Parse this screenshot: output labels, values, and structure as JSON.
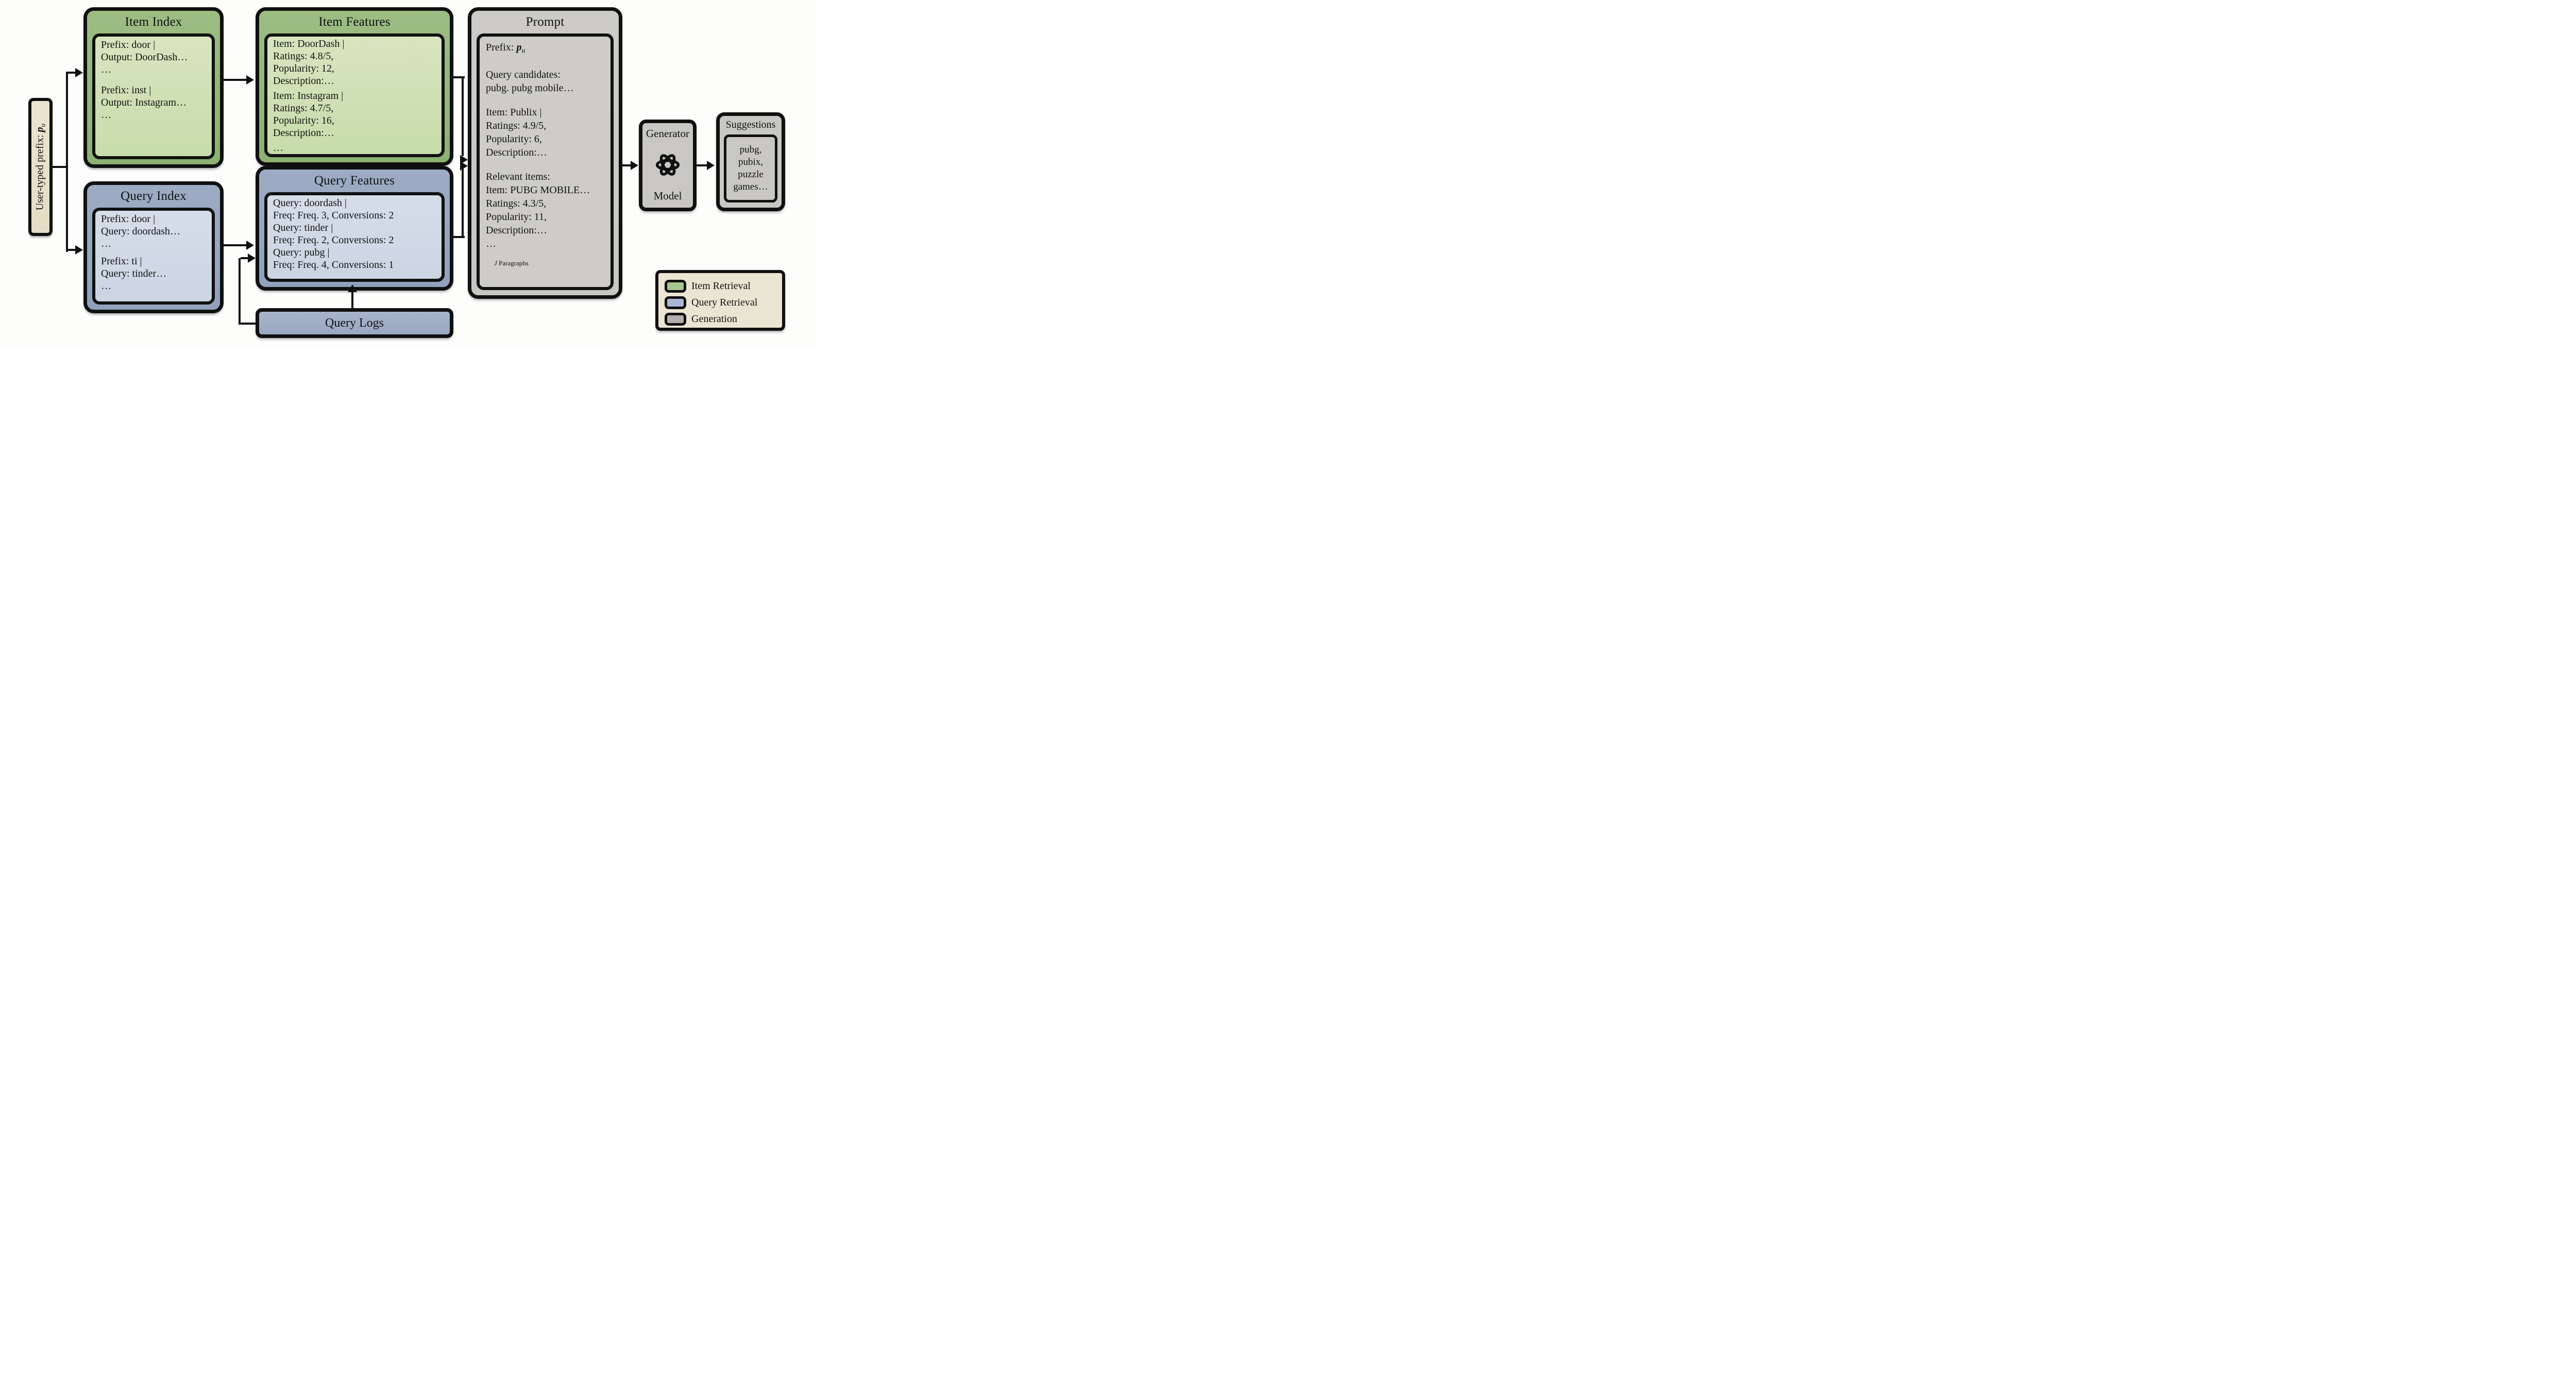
{
  "figure": {
    "prefix_box": {
      "label": "User-typed prefix:",
      "symbol": "p",
      "symbol_sub": "u"
    },
    "item_index": {
      "title": "Item Index",
      "entries": [
        [
          "Prefix: door |",
          "Output: DoorDash…",
          "…"
        ],
        [
          "Prefix: inst |",
          "Output: Instagram…",
          "…"
        ]
      ]
    },
    "item_features": {
      "title": "Item Features",
      "entries": [
        [
          "Item: DoorDash |",
          "Ratings: 4.8/5,",
          "Popularity: 12,",
          "Description:…"
        ],
        [
          "Item: Instagram |",
          "Ratings: 4.7/5,",
          "Popularity: 16,",
          "Description:…"
        ],
        [
          "…"
        ]
      ]
    },
    "query_index": {
      "title": "Query Index",
      "entries": [
        [
          "Prefix: door |",
          "Query: doordash…",
          "…"
        ],
        [
          "Prefix: ti |",
          "Query: tinder…",
          "…"
        ]
      ]
    },
    "query_features": {
      "title": "Query Features",
      "lines": [
        "Query: doordash |",
        "Freq: Freq. 3, Conversions: 2",
        "Query: tinder |",
        "Freq: Freq. 2, Conversions: 2",
        "Query: pubg |",
        "Freq: Freq. 4, Conversions: 1"
      ]
    },
    "query_logs": {
      "title": "Query Logs"
    },
    "prompt": {
      "title": "Prompt",
      "prefix_label": "Prefix:",
      "prefix_symbol": "p",
      "prefix_sub": "u",
      "groups": [
        [
          "Query candidates:",
          "pubg. pubg mobile…"
        ],
        [
          "Item: Publix |",
          "Ratings: 4.9/5,",
          "Popularity: 6,",
          "Description:…"
        ],
        [
          "Relevant items:",
          "Item: PUBG MOBILE…",
          "Ratings: 4.3/5,",
          "Popularity: 11,",
          "Description:…",
          "…"
        ]
      ],
      "footnote_symbol": "J",
      "footnote_label": "Paragraphs"
    },
    "generator": {
      "line1": "Generator",
      "line2": "Model",
      "icon": "knot-icon"
    },
    "suggestions": {
      "title": "Suggestions",
      "lines": [
        "pubg,",
        "pubix,",
        "puzzle",
        "games…"
      ]
    },
    "legend": {
      "items": [
        {
          "label": "Item Retrieval",
          "color": "#a6c88d"
        },
        {
          "label": "Query Retrieval",
          "color": "#a9b8d8"
        },
        {
          "label": "Generation",
          "color": "#b1b0ae"
        }
      ]
    },
    "colors": {
      "item_retrieval_header": "#93b77a",
      "item_retrieval_body": "#d0e1b5",
      "query_retrieval_header": "#96a5c0",
      "query_retrieval_body": "#d0d9e5",
      "generation_fill": "#c8c7c4",
      "cream_fill": "#e9e2cf",
      "outline": "#101010"
    }
  }
}
